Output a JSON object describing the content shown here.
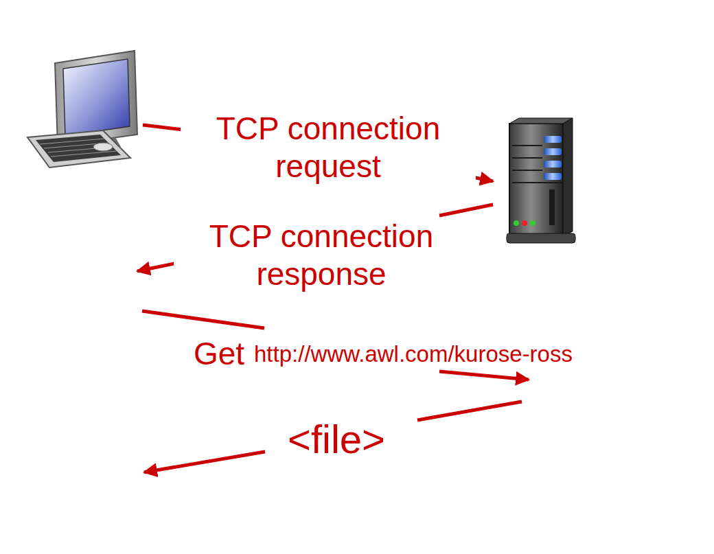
{
  "diagram": {
    "labels": [
      "TCP connection request",
      "TCP connection response",
      "Get",
      "http://www.awl.com/kurose-ross",
      "<file>"
    ]
  }
}
